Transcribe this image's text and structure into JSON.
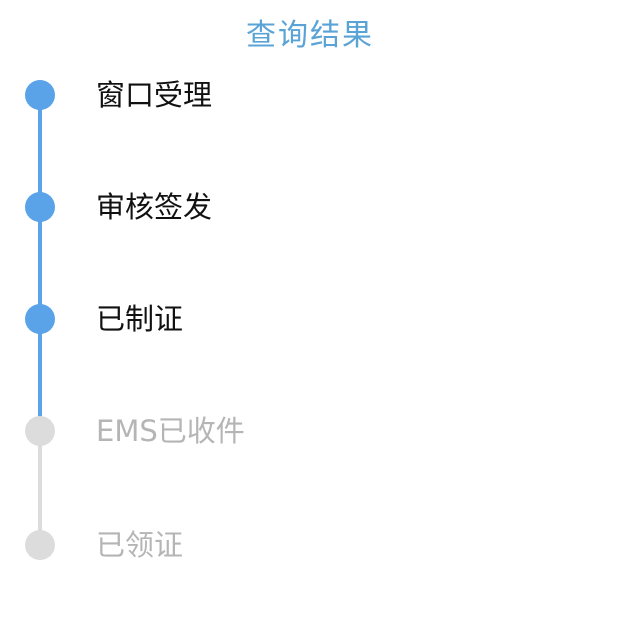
{
  "header": {
    "title": "查询结果"
  },
  "colors": {
    "title": "#5aa3d6",
    "active": "#5aa3e8",
    "inactive": "#dcdcdc",
    "active_text": "#111111",
    "inactive_text": "#b5b5b5"
  },
  "steps": [
    {
      "label": "窗口受理",
      "done": true
    },
    {
      "label": "审核签发",
      "done": true
    },
    {
      "label": "已制证",
      "done": true
    },
    {
      "label": "EMS已收件",
      "done": false
    },
    {
      "label": "已领证",
      "done": false
    }
  ]
}
